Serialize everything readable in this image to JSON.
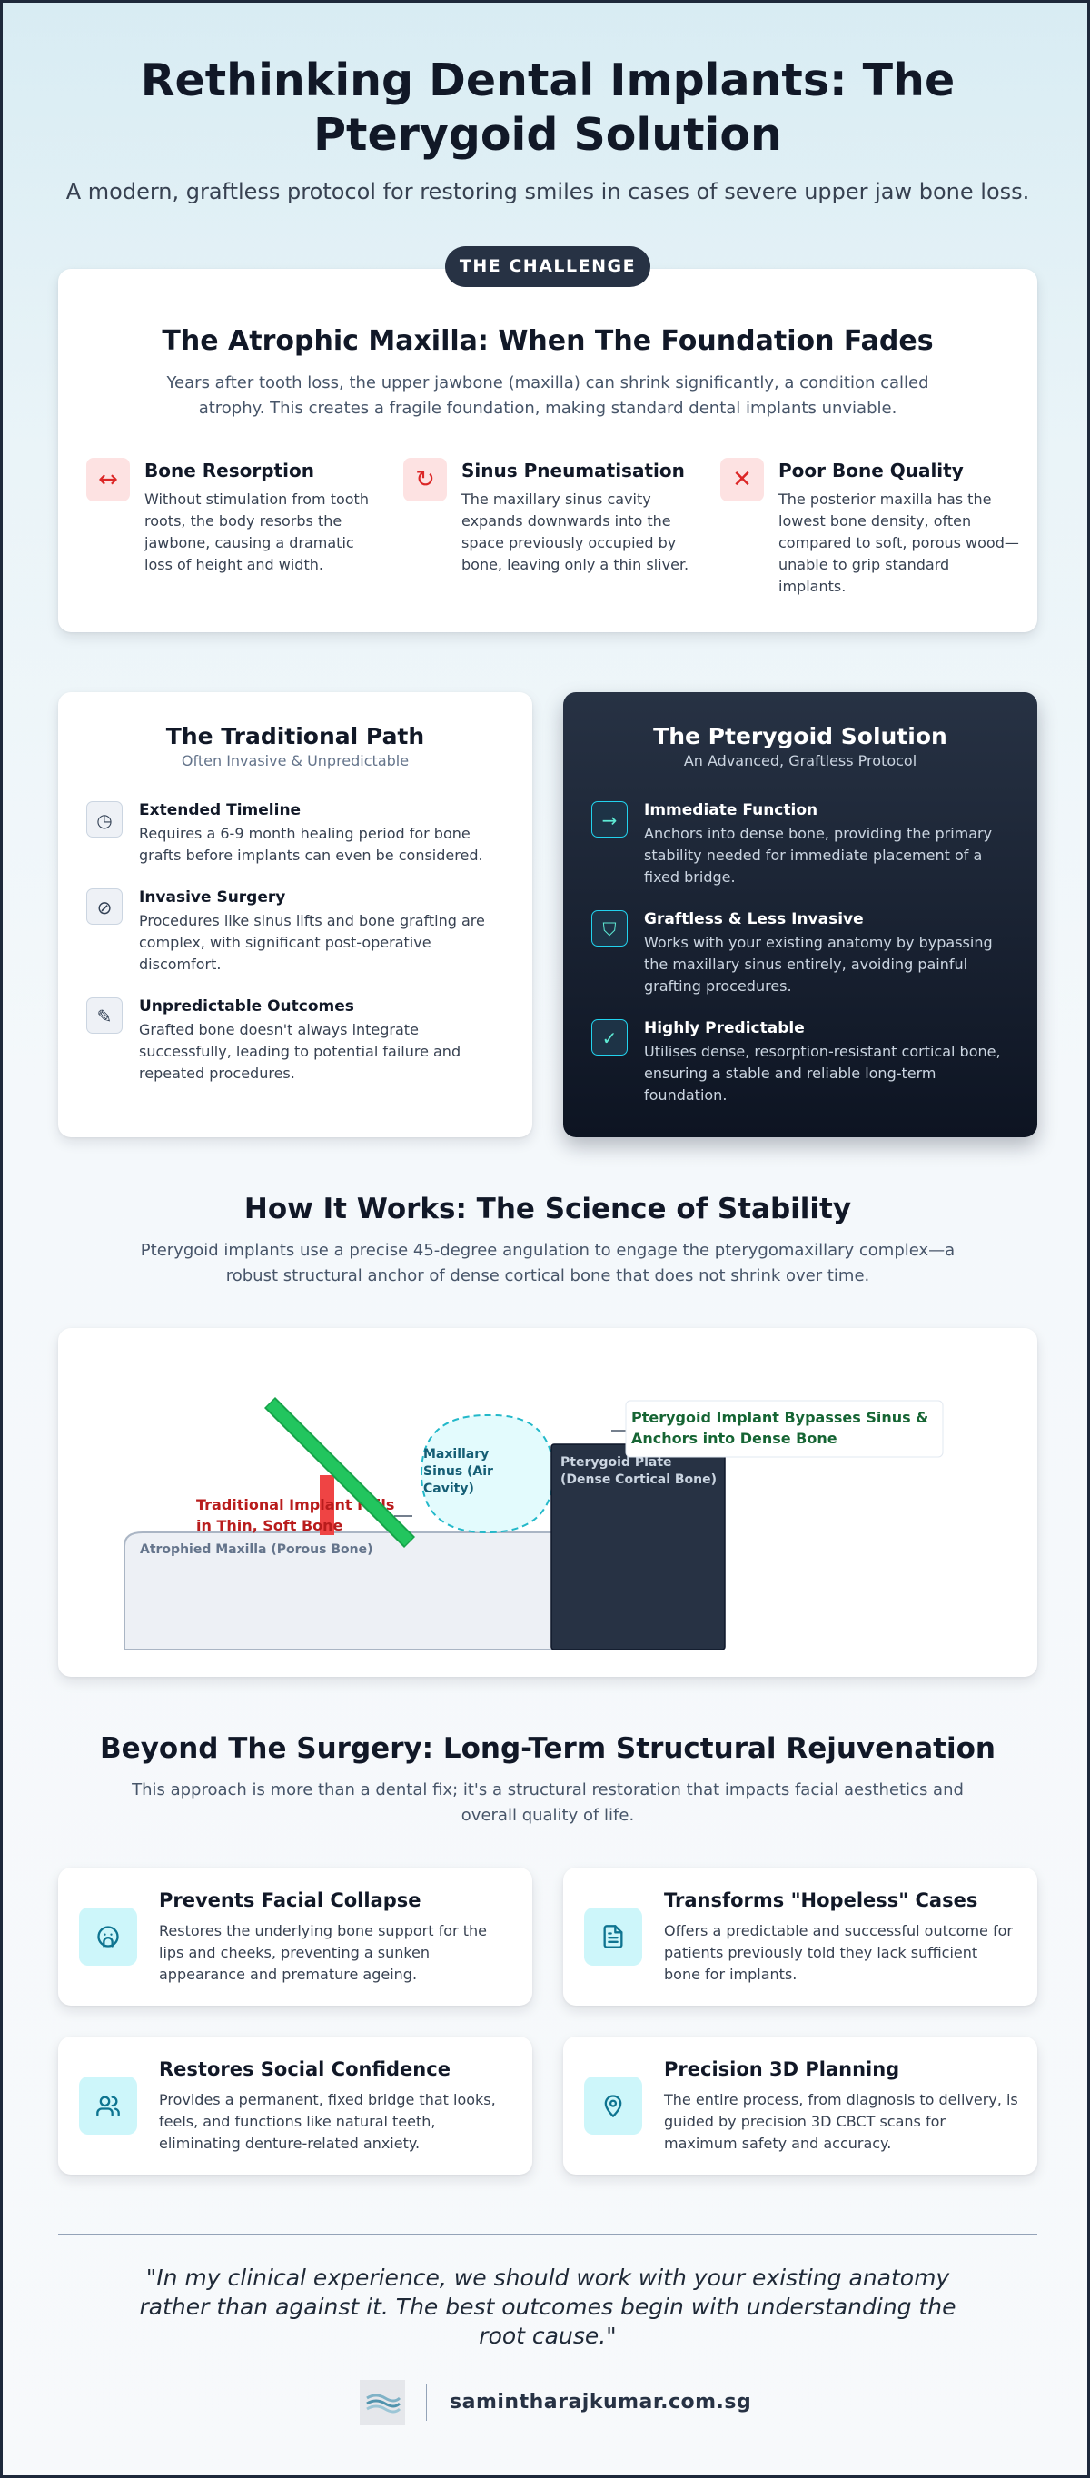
{
  "header": {
    "title": "Rethinking Dental Implants: The Pterygoid Solution",
    "subtitle": "A modern, graftless protocol for restoring smiles in cases of severe upper jaw bone loss."
  },
  "challenge": {
    "pill": "THE CHALLENGE",
    "title": "The Atrophic Maxilla: When The Foundation Fades",
    "description": "Years after tooth loss, the upper jawbone (maxilla) can shrink significantly, a condition called atrophy. This creates a fragile foundation, making standard dental implants unviable.",
    "issues": [
      {
        "icon": "arrows-left-right-icon",
        "glyph": "↔",
        "title": "Bone Resorption",
        "description": "Without stimulation from tooth roots, the body resorbs the jawbone, causing a dramatic loss of height and width."
      },
      {
        "icon": "spiral-icon",
        "glyph": "↻",
        "title": "Sinus Pneumatisation",
        "description": "The maxillary sinus cavity expands downwards into the space previously occupied by bone, leaving only a thin sliver."
      },
      {
        "icon": "x-icon",
        "glyph": "✕",
        "title": "Poor Bone Quality",
        "description": "The posterior maxilla has the lowest bone density, often compared to soft, porous wood—unable to grip standard implants."
      }
    ]
  },
  "traditional": {
    "title": "The Traditional Path",
    "subtitle": "Often Invasive & Unpredictable",
    "items": [
      {
        "icon": "clock-icon",
        "glyph": "◷",
        "title": "Extended Timeline",
        "description": "Requires a 6-9 month healing period for bone grafts before implants can even be considered."
      },
      {
        "icon": "bandage-icon",
        "glyph": "⊘",
        "title": "Invasive Surgery",
        "description": "Procedures like sinus lifts and bone grafting are complex, with significant post-operative discomfort."
      },
      {
        "icon": "syringe-icon",
        "glyph": "✎",
        "title": "Unpredictable Outcomes",
        "description": "Grafted bone doesn't always integrate successfully, leading to potential failure and repeated procedures."
      }
    ]
  },
  "pterygoid": {
    "title": "The Pterygoid Solution",
    "subtitle": "An Advanced, Graftless Protocol",
    "items": [
      {
        "icon": "arrow-right-icon",
        "glyph": "→",
        "title": "Immediate Function",
        "description": "Anchors into dense bone, providing the primary stability needed for immediate placement of a fixed bridge."
      },
      {
        "icon": "shield-icon",
        "glyph": "⛉",
        "title": "Graftless & Less Invasive",
        "description": "Works with your existing anatomy by bypassing the maxillary sinus entirely, avoiding painful grafting procedures."
      },
      {
        "icon": "check-circle-icon",
        "glyph": "✓",
        "title": "Highly Predictable",
        "description": "Utilises dense, resorption-resistant cortical bone, ensuring a stable and reliable long-term foundation."
      }
    ]
  },
  "how": {
    "title": "How It Works: The Science of Stability",
    "description": "Pterygoid implants use a precise 45-degree angulation to engage the pterygomaxillary complex—a robust structural anchor of dense cortical bone that does not shrink over time.",
    "diagram": {
      "maxilla_label": "Atrophied Maxilla (Porous Bone)",
      "sinus_label_1": "Maxillary",
      "sinus_label_2": "Sinus (Air",
      "sinus_label_3": "Cavity)",
      "plate_label_1": "Pterygoid Plate",
      "plate_label_2": "(Dense Cortical Bone)",
      "traditional_label_1": "Traditional Implant Fails",
      "traditional_label_2": "in Thin, Soft Bone",
      "pterygoid_label_1": "Pterygoid Implant Bypasses Sinus &",
      "pterygoid_label_2": "Anchors into Dense Bone"
    }
  },
  "beyond": {
    "title": "Beyond The Surgery: Long-Term Structural Rejuvenation",
    "description": "This approach is more than a dental fix; it's a structural restoration that impacts facial aesthetics and overall quality of life.",
    "benefits": [
      {
        "icon": "face-icon",
        "title": "Prevents Facial Collapse",
        "description": "Restores the underlying bone support for the lips and cheeks, preventing a sunken appearance and premature ageing."
      },
      {
        "icon": "document-icon",
        "title": "Transforms \"Hopeless\" Cases",
        "description": "Offers a predictable and successful outcome for patients previously told they lack sufficient bone for implants."
      },
      {
        "icon": "users-icon",
        "title": "Restores Social Confidence",
        "description": "Provides a permanent, fixed bridge that looks, feels, and functions like natural teeth, eliminating denture-related anxiety."
      },
      {
        "icon": "map-pin-icon",
        "title": "Precision 3D Planning",
        "description": "The entire process, from diagnosis to delivery, is guided by precision 3D CBCT scans for maximum safety and accuracy."
      }
    ]
  },
  "footer": {
    "quote": "\"In my clinical experience, we should work with your existing anatomy rather than against it. The best outcomes begin with understanding the root cause.\"",
    "website": "samintharajkumar.com.sg"
  },
  "colors": {
    "accent_dark": "#273244",
    "danger": "#dc2626",
    "success": "#22c55e",
    "cyan": "#22d3ee"
  }
}
